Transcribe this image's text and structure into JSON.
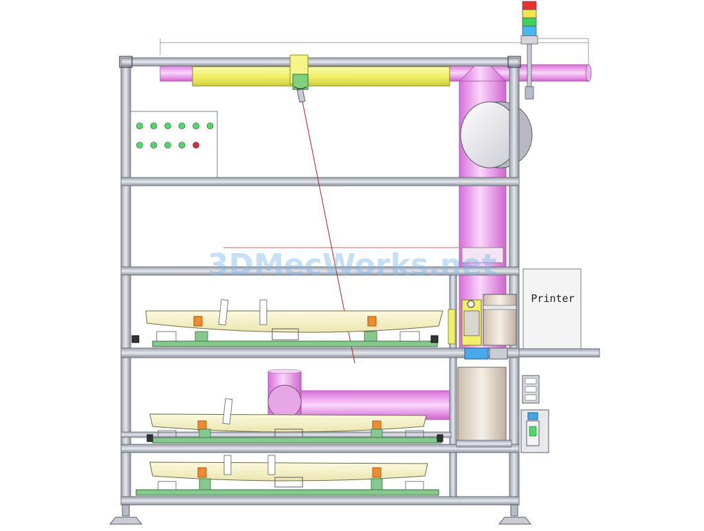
{
  "printer": {
    "label": "Printer"
  },
  "watermark": {
    "text": "3DMecWorks.net"
  },
  "colors": {
    "frame": "#c9ccd4",
    "frame_edge": "#6e7382",
    "duct": "#e8a0e8",
    "linear_actuator": "#f0f06a",
    "fixture_base": "#86c98e",
    "fixture_part": "#f4f1c8",
    "indicator_green": "#4fd96b",
    "indicator_red": "#e0263c",
    "tower_red": "#e83030",
    "tower_yellow": "#f4e34a",
    "tower_green": "#3fcf5c",
    "tower_blue": "#45b8f0",
    "laser_line": "#b02020",
    "clamp_orange": "#f08a30"
  },
  "indicators": [
    "green",
    "green",
    "green",
    "green",
    "green",
    "green",
    "green",
    "green",
    "green",
    "green",
    "red"
  ]
}
